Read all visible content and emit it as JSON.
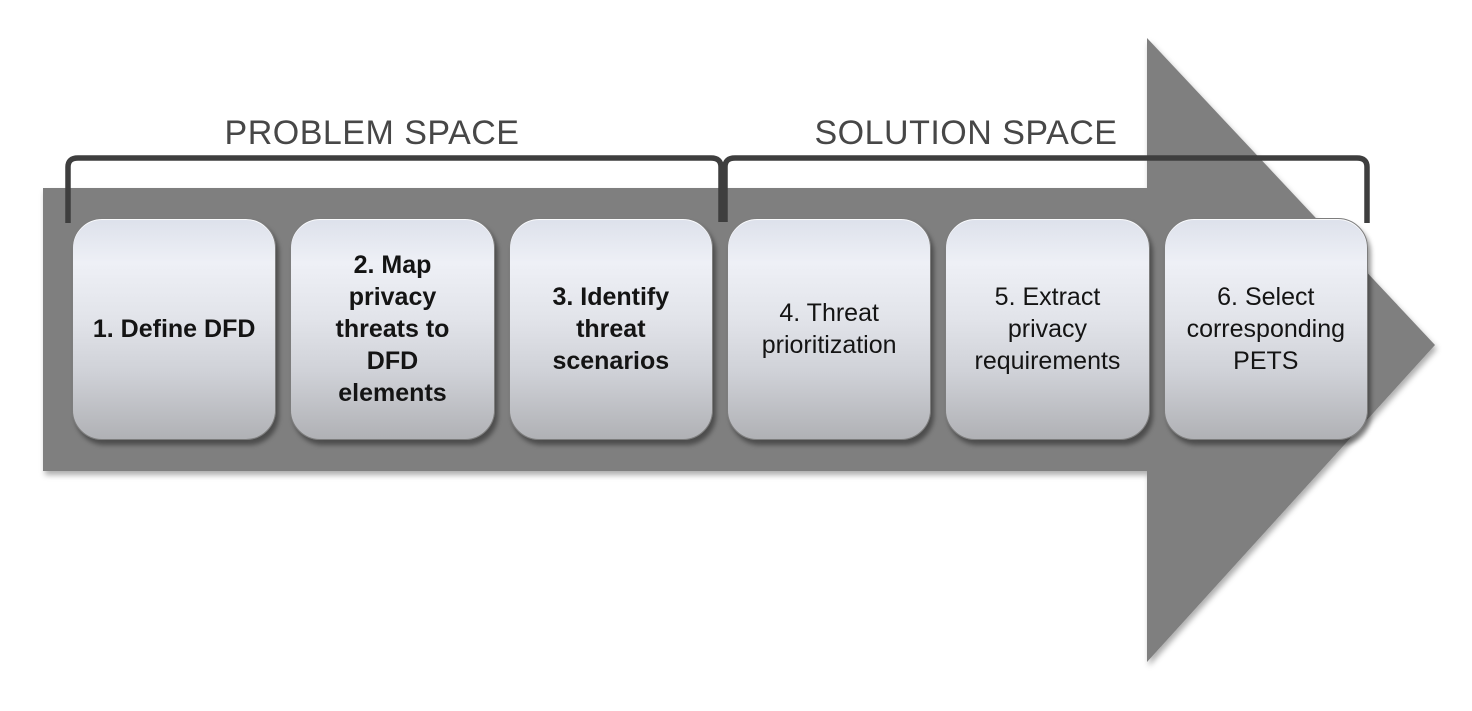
{
  "sections": {
    "problem": {
      "label": "PROBLEM SPACE"
    },
    "solution": {
      "label": "SOLUTION SPACE"
    }
  },
  "steps": [
    {
      "id": 1,
      "space": "problem",
      "label": "1. Define DFD"
    },
    {
      "id": 2,
      "space": "problem",
      "label": "2. Map\nprivacy\nthreats to\nDFD\nelements"
    },
    {
      "id": 3,
      "space": "problem",
      "label": "3. Identify\nthreat\nscenarios"
    },
    {
      "id": 4,
      "space": "solution",
      "label": "4. Threat\nprioritization"
    },
    {
      "id": 5,
      "space": "solution",
      "label": "5. Extract\nprivacy\nrequirements"
    },
    {
      "id": 6,
      "space": "solution",
      "label": "6. Select\ncorresponding\nPETS"
    }
  ],
  "colors": {
    "arrow_fill": "#7f7f7f",
    "bracket_stroke": "#3e3e3e",
    "section_label_text": "#474747",
    "step_text": "#141414",
    "box_gradient_top": "#e9ecf4",
    "box_gradient_bottom": "#b0b1b5"
  }
}
